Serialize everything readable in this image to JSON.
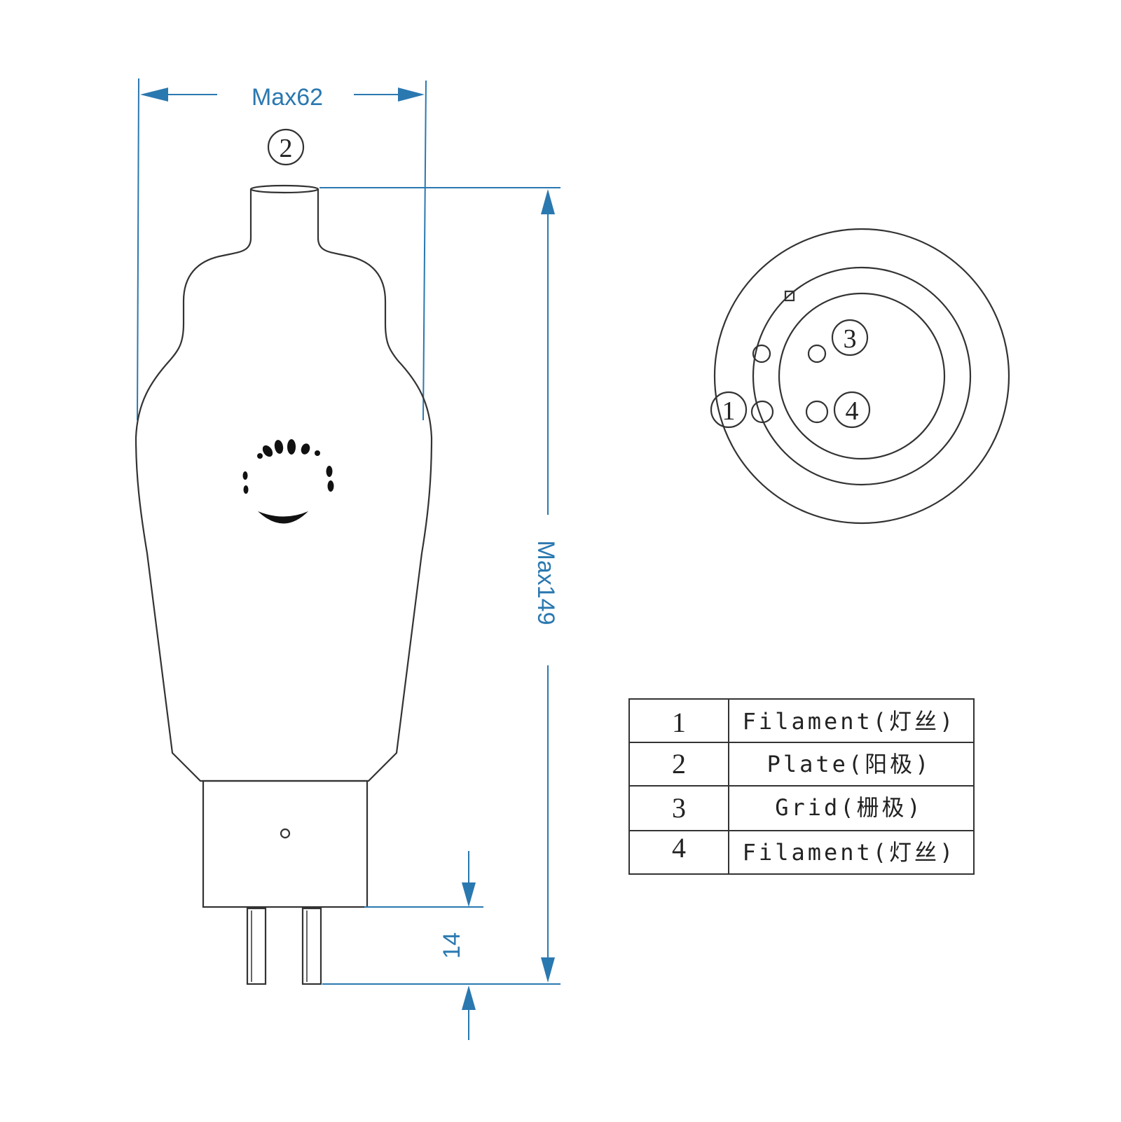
{
  "dimensions": {
    "width_label": "Max62",
    "height_label": "Max149",
    "pin_length_label": "14"
  },
  "top_cap_pin": "2",
  "base_pins": {
    "pin1": "1",
    "pin3": "3",
    "pin4": "4"
  },
  "pin_table": [
    {
      "number": "1",
      "name": "Filament(灯丝)"
    },
    {
      "number": "2",
      "name": "Plate(阳极)"
    },
    {
      "number": "3",
      "name": "Grid(栅极)"
    },
    {
      "number": "4",
      "name": "Filament(灯丝)"
    }
  ],
  "colors": {
    "dimension": "#2a78b0",
    "outline": "#333333"
  }
}
